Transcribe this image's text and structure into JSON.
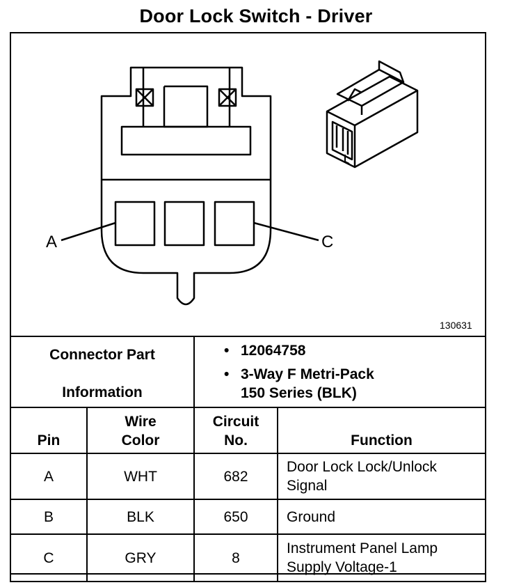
{
  "title": "Door Lock Switch - Driver",
  "diagram": {
    "pin_label_a": "A",
    "pin_label_c": "C",
    "diagram_id": "130631"
  },
  "connector_info": {
    "label_line1": "Connector Part",
    "label_line2": "Information",
    "items": [
      {
        "line1": "12064758",
        "line2": ""
      },
      {
        "line1": "3-Way F Metri-Pack",
        "line2": "150 Series (BLK)"
      }
    ]
  },
  "table": {
    "headers": {
      "pin": "Pin",
      "wire_line1": "Wire",
      "wire_line2": "Color",
      "circuit_line1": "Circuit",
      "circuit_line2": "No.",
      "function": "Function"
    },
    "rows": [
      {
        "pin": "A",
        "color": "WHT",
        "circuit": "682",
        "fn_line1": "Door Lock Lock/Unlock",
        "fn_line2": "Signal"
      },
      {
        "pin": "B",
        "color": "BLK",
        "circuit": "650",
        "fn_line1": "Ground",
        "fn_line2": ""
      },
      {
        "pin": "C",
        "color": "GRY",
        "circuit": "8",
        "fn_line1": "Instrument Panel Lamp",
        "fn_line2": "Supply Voltage-1"
      }
    ]
  }
}
